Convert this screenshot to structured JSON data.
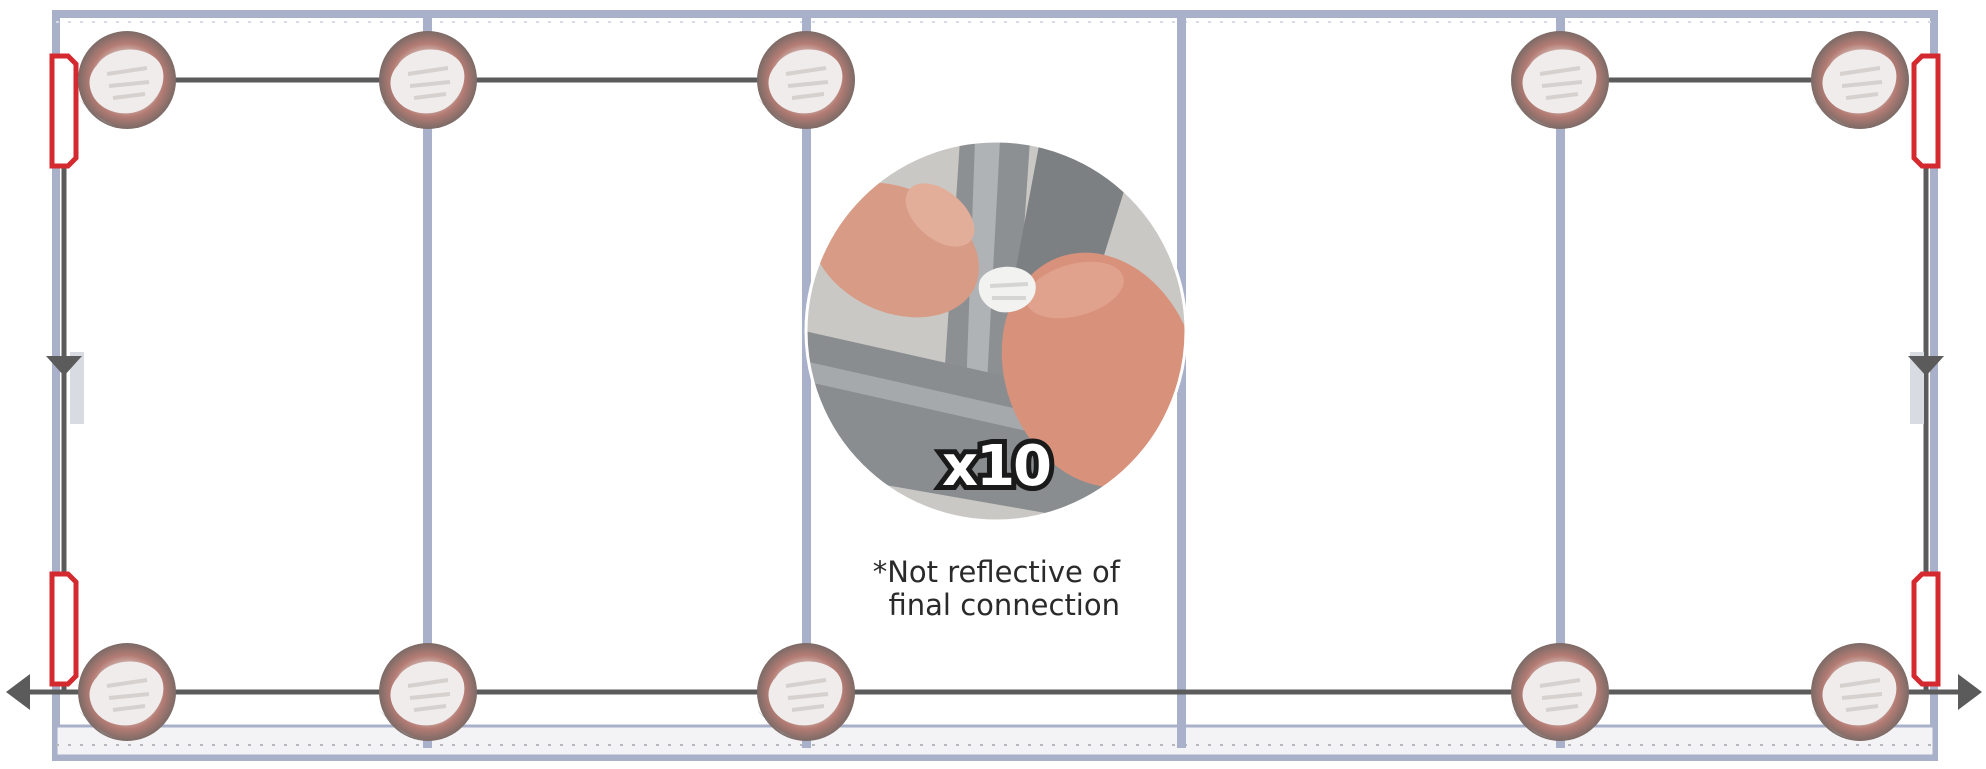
{
  "badge": {
    "text": "x10"
  },
  "note": {
    "line1": "*Not reflective of",
    "line2": "final connection"
  },
  "colors": {
    "frame": "#a9b0c9",
    "connector": "#5b5b5b",
    "clip": "#d42a2f",
    "clip_photo": "#b98a80"
  },
  "icons": [
    "arrow-left-icon",
    "arrow-right-icon",
    "arrow-down-icon",
    "zip-tie-photo-icon",
    "hand-photo-icon"
  ]
}
